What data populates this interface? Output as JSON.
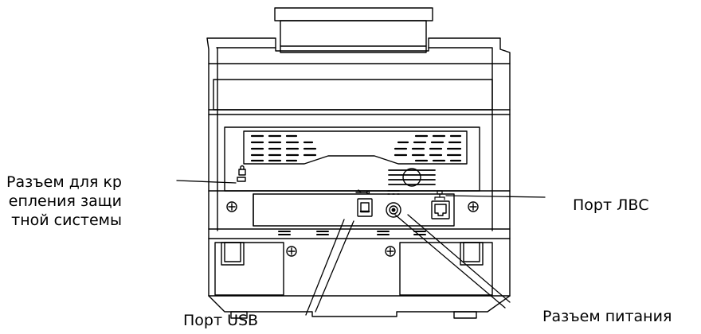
{
  "labels": {
    "security_lock": "Разъем для кр\nепления защи\nтной системы",
    "lan_port": "Порт ЛВС",
    "usb_port": "Порт USB",
    "power_connector": "Разъем питания"
  },
  "icons": {
    "lock": "lock-icon",
    "usb": "usb-symbol-icon",
    "power": "dc-power-symbol-icon",
    "network": "network-symbol-icon"
  },
  "colors": {
    "stroke": "#000000",
    "background": "#ffffff"
  }
}
